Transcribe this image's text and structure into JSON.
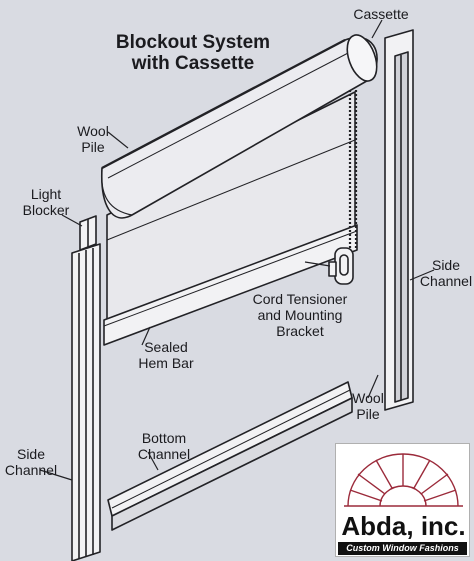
{
  "title": "Blockout System\nwith Cassette",
  "labels": {
    "cassette": "Cassette",
    "wool_pile_top": "Wool\nPile",
    "light_blocker": "Light\nBlocker",
    "side_channel_right": "Side\nChannel",
    "cord_tensioner": "Cord Tensioner\nand Mounting\nBracket",
    "sealed_hem_bar": "Sealed\nHem Bar",
    "wool_pile_bottom": "Wool\nPile",
    "bottom_channel": "Bottom\nChannel",
    "side_channel_left": "Side\nChannel"
  },
  "logo": {
    "name": "Abda, inc.",
    "tagline": "Custom Window Fashions",
    "accent_color": "#9b2a3a"
  },
  "colors": {
    "background": "#d9dbe2",
    "line": "#222226",
    "fabric": "#e6e6ea",
    "part": "#f2f2f4"
  }
}
